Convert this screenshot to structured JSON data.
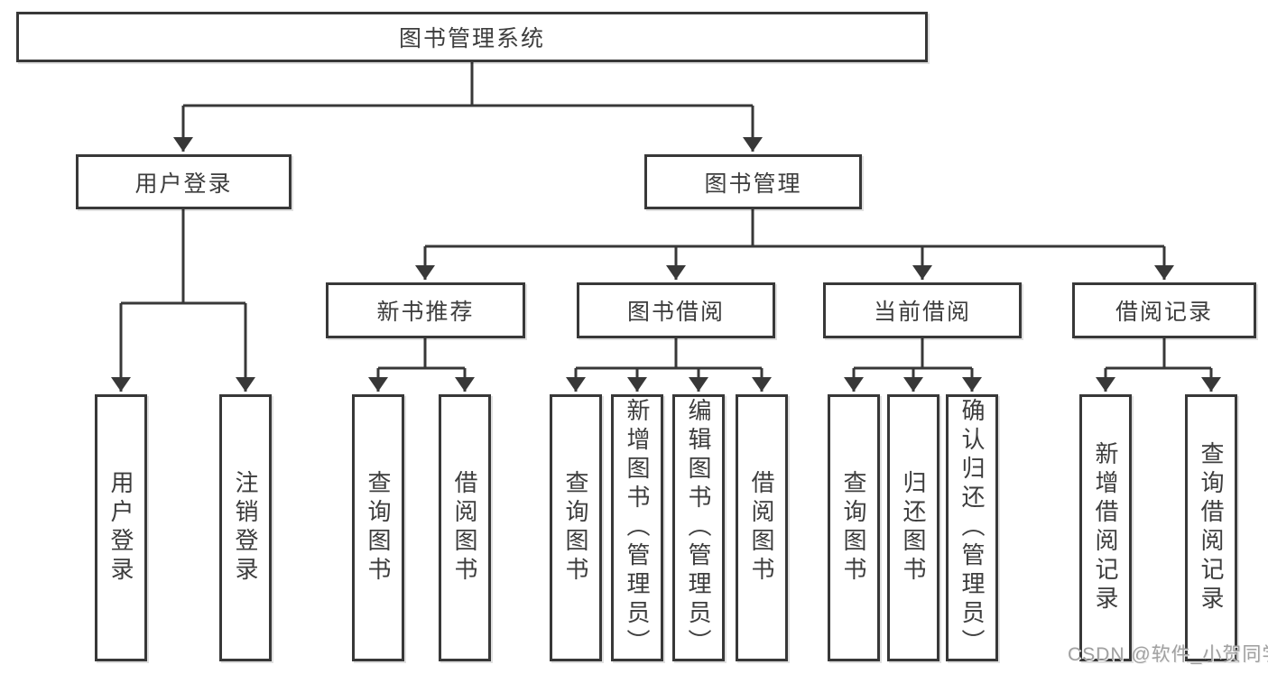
{
  "colors": {
    "line": "#383838",
    "box_border": "#383838",
    "text": "#3d3d3d",
    "background": "#ffffff",
    "watermark": "#a0a0a0"
  },
  "tree": {
    "label": "图书管理系统",
    "children": [
      {
        "label": "用户登录",
        "children": [
          {
            "label": "用户登录"
          },
          {
            "label": "注销登录"
          }
        ]
      },
      {
        "label": "图书管理",
        "children": [
          {
            "label": "新书推荐",
            "children": [
              {
                "label": "查询图书"
              },
              {
                "label": "借阅图书"
              }
            ]
          },
          {
            "label": "图书借阅",
            "children": [
              {
                "label": "查询图书"
              },
              {
                "label": "新增图书（管理员）"
              },
              {
                "label": "编辑图书（管理员）"
              },
              {
                "label": "借阅图书"
              }
            ]
          },
          {
            "label": "当前借阅",
            "children": [
              {
                "label": "查询图书"
              },
              {
                "label": "归还图书"
              },
              {
                "label": "确认归还（管理员）"
              }
            ]
          },
          {
            "label": "借阅记录",
            "children": [
              {
                "label": "新增借阅记录"
              },
              {
                "label": "查询借阅记录"
              }
            ]
          }
        ]
      }
    ]
  },
  "watermark": {
    "text": "CSDN @软件_小贺同学"
  }
}
